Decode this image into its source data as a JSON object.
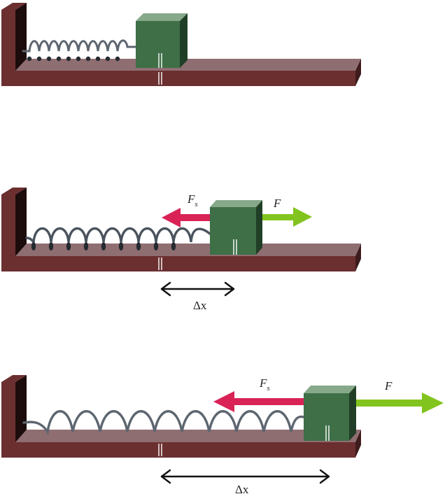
{
  "colors": {
    "board_top": "#8f6e72",
    "board_front": "#6b2f30",
    "board_end": "#3e1b1c",
    "wall_front": "#6b2f30",
    "wall_side": "#1d0c0c",
    "block_front": "#3e6f47",
    "block_top": "#86a98a",
    "block_side": "#213f26",
    "spring": "#4a535d",
    "spring_light": "#5d6670",
    "spring_bead": "#232a30",
    "arrow_spring_force": "#d92357",
    "arrow_applied_force": "#82c41f",
    "displacement_arrow": "#111111"
  },
  "panels": [
    {
      "id": "equilibrium",
      "spring_state": "relaxed"
    },
    {
      "id": "small-stretch",
      "spring_state": "stretched",
      "labels": {
        "spring_force": "F",
        "spring_force_sub": "s",
        "applied_force": "F",
        "displacement": "Δx"
      }
    },
    {
      "id": "large-stretch",
      "spring_state": "stretched",
      "labels": {
        "spring_force": "F",
        "spring_force_sub": "s",
        "applied_force": "F",
        "displacement": "Δx"
      }
    }
  ]
}
